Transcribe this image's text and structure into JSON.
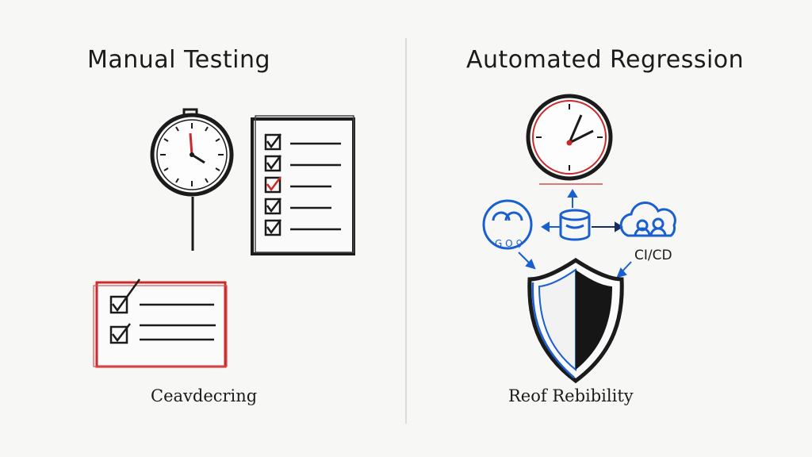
{
  "left_panel": {
    "title": "Manual Testing",
    "caption": "Ceavdecring"
  },
  "right_panel": {
    "title": "Automated Regression",
    "caption": "Reof Rebibility",
    "cicd_label": "CI/CD",
    "people_icon_glyphs": "G O ♀"
  },
  "colors": {
    "ink": "#1b1b1b",
    "accent_red": "#cc2a2a",
    "accent_blue": "#1a5fd0"
  }
}
